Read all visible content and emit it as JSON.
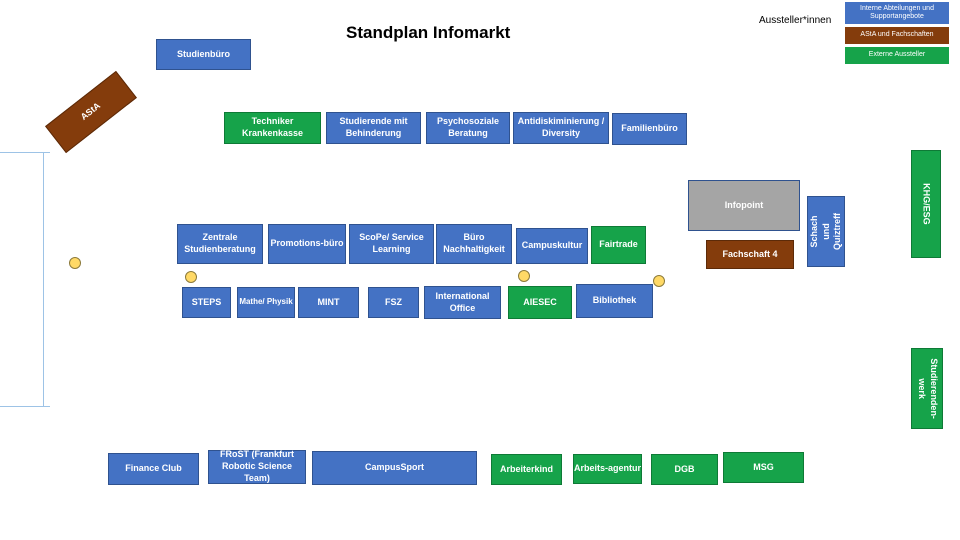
{
  "title": "Standplan Infomarkt",
  "aussteller_label": "Aussteller*innen",
  "legend": {
    "internal": "Interne Abteilungen und Supportangebote",
    "asta": "AStA und Fachschaften",
    "external": "Externe Aussteller"
  },
  "colors": {
    "internal": "#4472c4",
    "external": "#16a34a",
    "asta": "#843c0c",
    "infopoint": "#a5a5a5",
    "marker": "#ffd966"
  },
  "stands": {
    "studienbuero": "Studienbüro",
    "asta": "AStA",
    "techniker": "Techniker Krankenkasse",
    "studierende_behinderung": "Studierende mit Behinderung",
    "psychosoziale": "Psychosoziale Beratung",
    "antidiskriminierung": "Antidiskiminierung / Diversity",
    "familienbuero": "Familienbüro",
    "infopoint": "Infopoint",
    "fachschaft4": "Fachschaft 4",
    "schach": "Schach und Quiztreff",
    "khg": "KHG/ESG",
    "studierendenwerk": "Studierenden-werk",
    "zentrale": "Zentrale Studienberatung",
    "promotion": "Promotions-büro",
    "scope": "ScoPe/ Service Learning",
    "nachhaltigkeit": "Büro Nachhaltigkeit",
    "campuskultur": "Campuskultur",
    "fairtrade": "Fairtrade",
    "steps": "STEPS",
    "mathe": "Mathe/ Physik",
    "mint": "MINT",
    "fsz": "FSZ",
    "international": "International Office",
    "aiesec": "AIESEC",
    "bibliothek": "Bibliothek",
    "finance": "Finance Club",
    "frost": "FRoST (Frankfurt Robotic Science Team)",
    "campussport": "CampusSport",
    "arbeiterkind": "Arbeiterkind",
    "arbeitsagentur": "Arbeits-agentur",
    "dgb": "DGB",
    "msg": "MSG"
  }
}
